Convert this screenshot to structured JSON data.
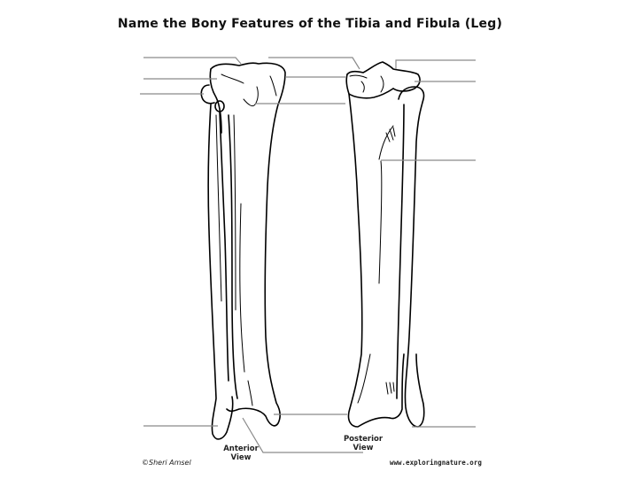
{
  "title": "Name the Bony Features of the Tibia and Fibula (Leg)",
  "views": {
    "anterior": {
      "line1": "Anterior",
      "line2": "View"
    },
    "posterior": {
      "line1": "Posterior",
      "line2": "View"
    }
  },
  "credits": {
    "author": "©Sheri Amsel",
    "website": "www.exploringnature.org"
  },
  "label_lines": {
    "count": 11,
    "color": "#8a8a8a"
  }
}
